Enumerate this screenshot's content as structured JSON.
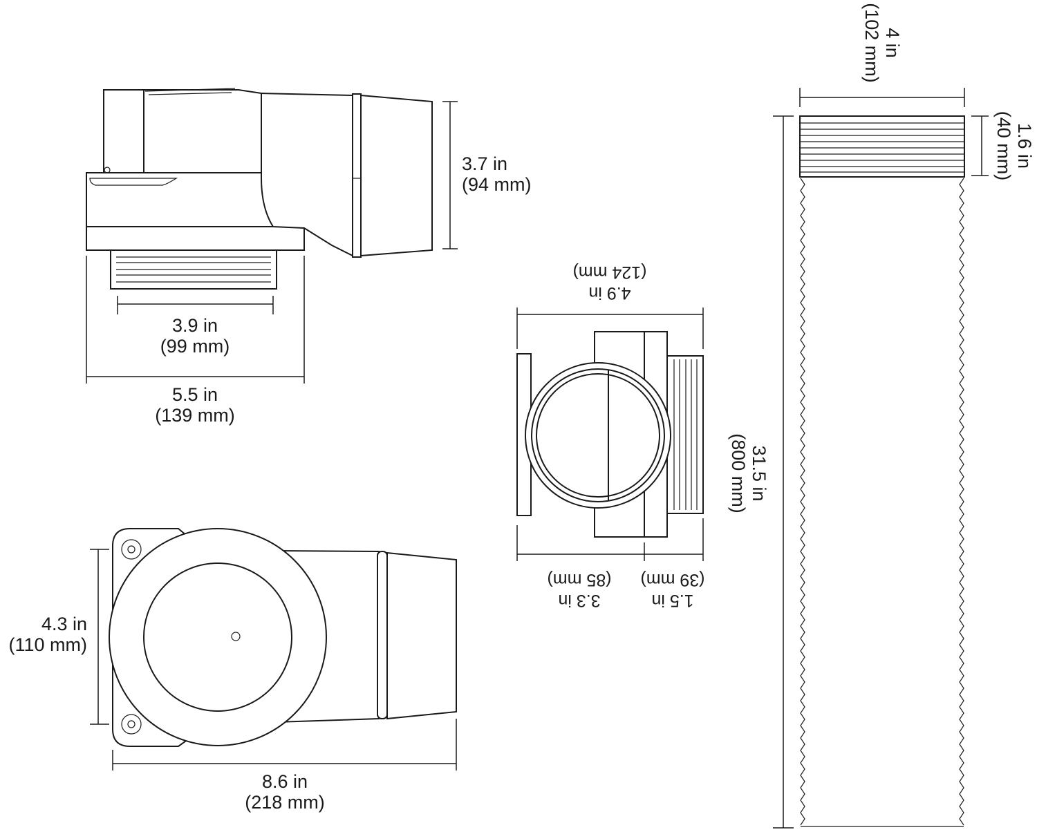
{
  "colors": {
    "line": "#1a1a1a",
    "background": "#ffffff"
  },
  "side_view": {
    "height": {
      "value": "3.7 in",
      "metric": "(94 mm)"
    },
    "thread_width": {
      "value": "3.9 in",
      "metric": "(99 mm)"
    },
    "base_width": {
      "value": "5.5 in",
      "metric": "(139 mm)"
    }
  },
  "top_view": {
    "width": {
      "value": "4.3 in",
      "metric": "(110 mm)"
    },
    "length": {
      "value": "8.6 in",
      "metric": "(218 mm)"
    }
  },
  "front_view": {
    "diameter": {
      "value": "4.9 in",
      "metric": "(124 mm)"
    },
    "body_depth": {
      "value": "3.3 in",
      "metric": "(85 mm)"
    },
    "thread_depth": {
      "value": "1.5 in",
      "metric": "(39 mm)"
    }
  },
  "hose": {
    "diameter": {
      "value": "4 in",
      "metric": "(102 mm)"
    },
    "cuff_length": {
      "value": "1.6 in",
      "metric": "(40 mm)"
    },
    "length": {
      "value": "31.5 in",
      "metric": "(800 mm)"
    }
  }
}
